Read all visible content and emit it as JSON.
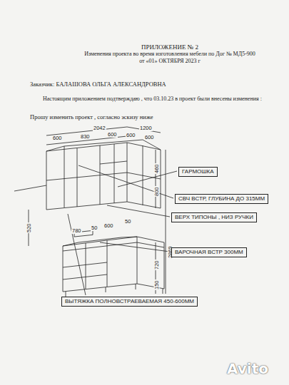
{
  "diagram": {
    "title": "ПРИЛОЖЕНИЕ № 2",
    "nodes": [
      {
        "text": [
          "ГАРМОШКА"
        ]
      },
      {
        "text": [
          "СВЧ ВСТР, ГЛУБИНА ДО 315ММ"
        ]
      },
      {
        "text": [
          "ВЕРХ ТИПОНЫ , НИЗ РУЧКИ"
        ]
      },
      {
        "text": [
          "ВАРОЧНАЯ ВСТР 300ММ"
        ]
      },
      {
        "text": [
          "ВЫТЯЖКА ПОЛНОВСТРАЕВАЕМАЯ 450-600ММ"
        ]
      }
    ],
    "labels": [
      "Изменения проекта во время изготовления мебели по Дог № МД5-900",
      "от «01» ОКТЯБРЯ 2023 г",
      "Заказчик: БАЛАШОВА ОЛЬГА АЛЕКСАНДРОВНА",
      "Настоящим приложением подтверждаю , что 03.10.23 в проект были внесены изменения :",
      "Прошу изменить проект , согласно эскизу ниже",
      "2042",
      "1200",
      "600",
      "830",
      "600",
      "600",
      "600",
      "460",
      "800",
      "520",
      "2869",
      "780",
      "50",
      "50",
      "600",
      "720",
      "150",
      "Avito"
    ]
  }
}
